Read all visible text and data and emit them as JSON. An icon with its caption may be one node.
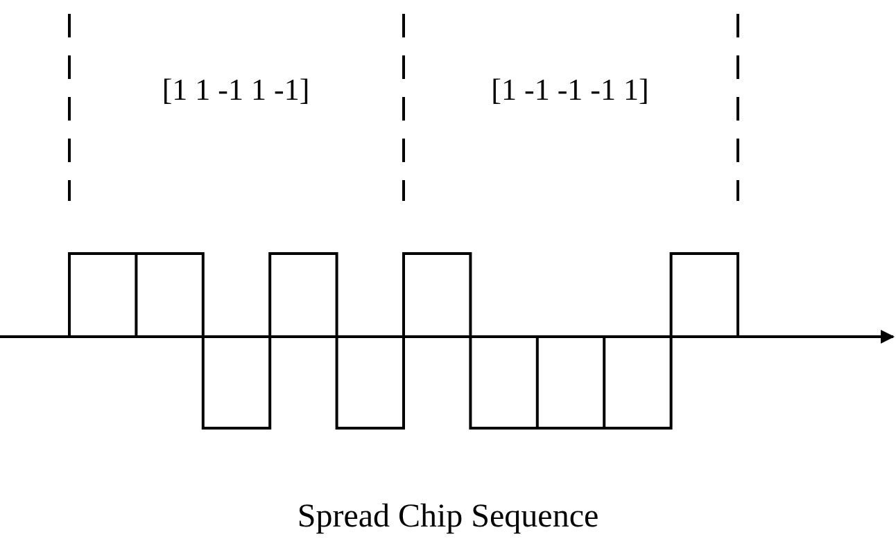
{
  "diagram": {
    "caption": "Spread Chip Sequence",
    "labels": [
      "[1 1 -1 1 -1]",
      "[1 -1 -1 -1 1]"
    ]
  }
}
